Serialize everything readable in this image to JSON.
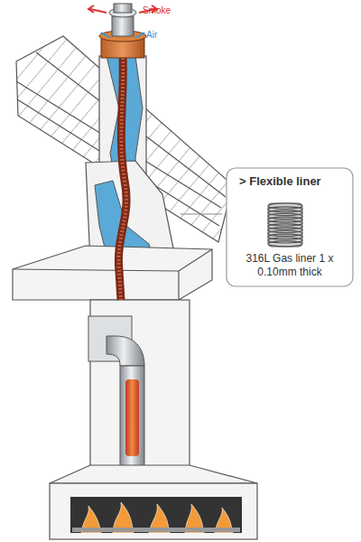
{
  "diagram": {
    "nodes": [
      {
        "text": [
          "> Flexible liner",
          "316L Gas liner 1 x 0.10mm thick"
        ]
      }
    ],
    "labels": [
      "Smoke",
      "Air"
    ]
  }
}
